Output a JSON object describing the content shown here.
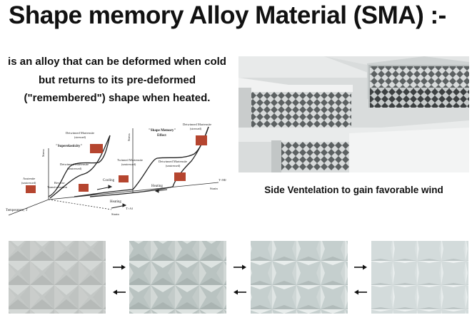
{
  "title": "Shape memory Alloy Material (SMA) :-",
  "description": {
    "line1": "is an alloy that can be deformed when cold",
    "line2": "but returns to its pre-deformed",
    "line3": "(\"remembered\") shape when heated."
  },
  "diagram": {
    "label_superelasticity": "\"Superelasticity\"",
    "label_shape_memory": "\"Shape Memory\"",
    "label_effect": "Effect",
    "label_detwinned_1": "Detwinned Martensite",
    "label_detwinned_1b": "(stressed)",
    "label_detwinned_2": "Detwinned Martensite",
    "label_detwinned_2b": "(unstressed)",
    "label_detwinned_3": "Detwinned Martensite",
    "label_detwinned_3b": "(stressed)",
    "label_detwinned_4": "Detwinned Martensite",
    "label_detwinned_4b": "(unstressed)",
    "label_twinned": "Twinned Martensite",
    "label_twinned_b": "(unstressed)",
    "label_austenite": "Austenite",
    "label_austenite_b": "(unstressed)",
    "label_reverse": "Reverse",
    "label_transformation": "Transformation",
    "label_cooling": "Cooling",
    "label_heating_1": "Heating",
    "label_heating_2": "Heating",
    "label_stress_1": "Stress",
    "label_stress_2": "Stress",
    "label_strain_1": "Strain",
    "label_strain_2": "Strain",
    "label_temperature": "Temperature, T",
    "label_t_mf": "T<Mf",
    "label_t_af": "T>Af"
  },
  "caption": "Side Ventelation to gain favorable wind",
  "arrows": {
    "right": "→",
    "left": "←"
  },
  "colors": {
    "panel_bg": "#cfd6d6",
    "panel_face": "#e8ecec",
    "photo_bg": "#d9dcdc",
    "lattice_red": "#b5452f"
  }
}
